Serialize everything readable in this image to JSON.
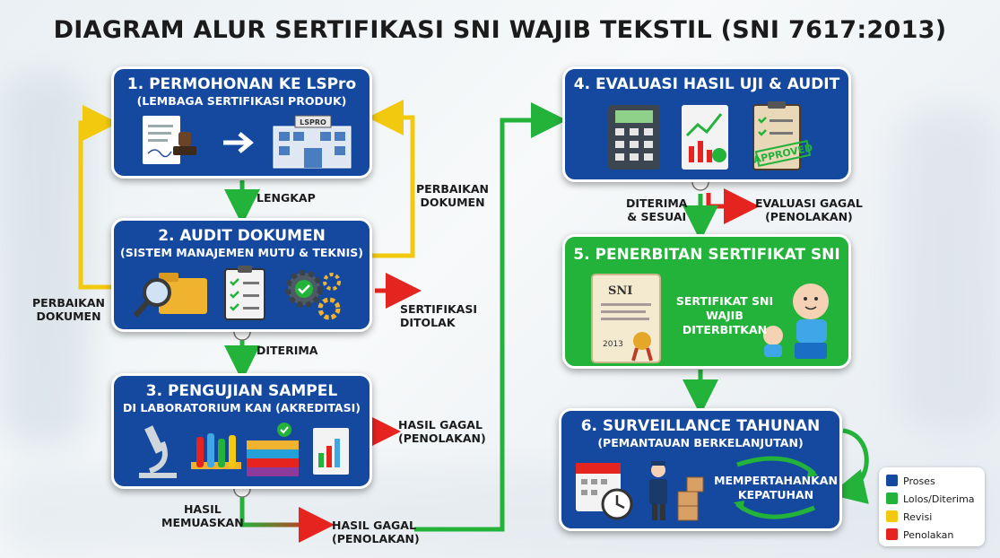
{
  "title": "DIAGRAM ALUR SERTIFIKASI SNI WAJIB TEKSTIL (SNI 7617:2013)",
  "colors": {
    "proses": "#1549a0",
    "lolos": "#23b23a",
    "revisi": "#f2c90f",
    "penolakan": "#e5231f"
  },
  "steps": [
    {
      "title": "1. PERMOHONAN KE LSPro",
      "subtitle": "(LEMBAGA SERTIFIKASI PRODUK)",
      "icon_label": "LSPRO"
    },
    {
      "title": "2. AUDIT DOKUMEN",
      "subtitle": "(SISTEM MANAJEMEN MUTU & TEKNIS)"
    },
    {
      "title": "3. PENGUJIAN SAMPEL",
      "subtitle": "DI LABORATORIUM KAN (AKREDITASI)"
    },
    {
      "title": "4. EVALUASI HASIL UJI & AUDIT",
      "subtitle": "",
      "stamp": "APPROVED"
    },
    {
      "title": "5. PENERBITAN SERTIFIKAT SNI",
      "subtitle": "",
      "text_line1": "SERTIFIKAT SNI",
      "text_line2": "WAJIB DITERBITKAN",
      "cert_mark": "SNI",
      "cert_year": "2013"
    },
    {
      "title": "6. SURVEILLANCE TAHUNAN",
      "subtitle": "(PEMANTAUAN BERKELANJUTAN)",
      "text_line1": "MEMPERTAHANKAN",
      "text_line2": "KEPATUHAN"
    }
  ],
  "labels": {
    "lengkap": "LENGKAP",
    "perbaikan_right_1": "PERBAIKAN",
    "perbaikan_right_2": "DOKUMEN",
    "perbaikan_left_1": "PERBAIKAN",
    "perbaikan_left_2": "DOKUMEN",
    "ditolak_1": "SERTIFIKASI",
    "ditolak_2": "DITOLAK",
    "diterima": "DITERIMA",
    "gagal3_1": "HASIL GAGAL",
    "gagal3_2": "(PENOLAKAN)",
    "memuaskan_1": "HASIL",
    "memuaskan_2": "MEMUASKAN",
    "gagal_bottom_1": "HASIL GAGAL",
    "gagal_bottom_2": "(PENOLAKAN)",
    "sesuai_1": "DITERIMA",
    "sesuai_2": "& SESUAI",
    "gagal4_1": "EVALUASI GAGAL",
    "gagal4_2": "(PENOLAKAN)"
  },
  "legend": [
    {
      "label": "Proses",
      "color": "#1549a0"
    },
    {
      "label": "Lolos/Diterima",
      "color": "#23b23a"
    },
    {
      "label": "Revisi",
      "color": "#f2c90f"
    },
    {
      "label": "Penolakan",
      "color": "#e5231f"
    }
  ]
}
